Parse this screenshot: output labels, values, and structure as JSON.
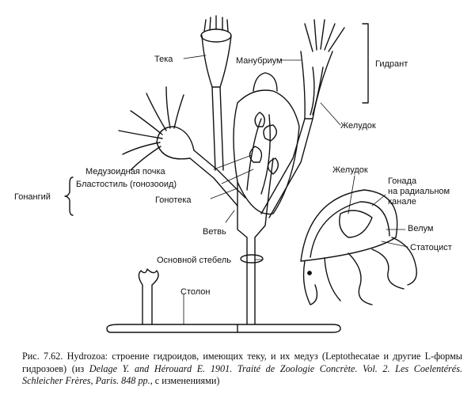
{
  "labels": {
    "teka": "Тека",
    "manubrium": "Манубриум",
    "gidrant": "Гидрант",
    "zheludok_top": "Желудок",
    "meduzoidnaya_pochka": "Медузоидная почка",
    "blastostil": "Бластостиль (гонозооид)",
    "gonangiy": "Гонангий",
    "gonoteka": "Гонотека",
    "vetv": "Ветвь",
    "osnovnoy_stebel": "Основной стебель",
    "stolon": "Столон",
    "zheludok_medusa": "Желудок",
    "gonada_line1": "Гонада",
    "gonada_line2": "на радиальном",
    "gonada_line3": "канале",
    "velum": "Велум",
    "statotsist": "Статоцист"
  },
  "caption": {
    "part1": "Рис. 7.62. Hydrozoa: строение гидроидов, имеющих теку, и их медуз (Leptothecatae и другие L-формы гидрозоев) (из ",
    "part2_italic": "Delage Y. and Hérouard E. 1901. Traité de Zoologie Concrète. Vol. 2. Les Coelentérés. Schleicher Frères, Paris. 848 pp.",
    "part3": ", с изменениями)"
  }
}
